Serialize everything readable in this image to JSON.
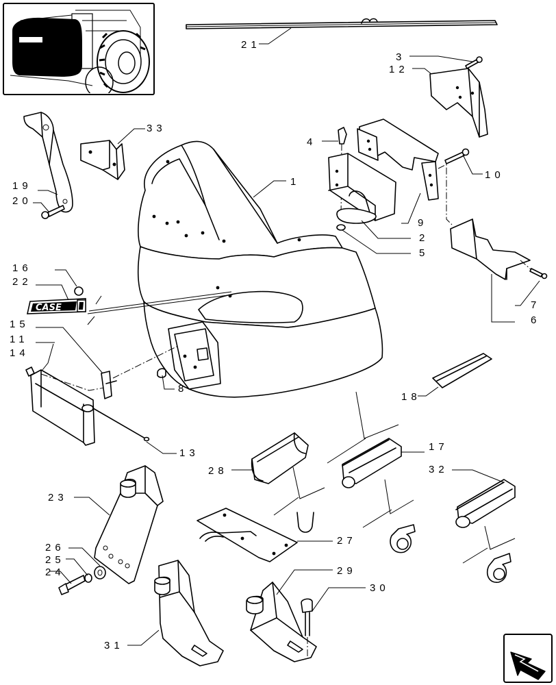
{
  "callouts": [
    {
      "id": "1",
      "label": "1"
    },
    {
      "id": "2",
      "label": "2"
    },
    {
      "id": "3",
      "label": "3"
    },
    {
      "id": "4",
      "label": "4"
    },
    {
      "id": "5",
      "label": "5"
    },
    {
      "id": "6",
      "label": "6"
    },
    {
      "id": "7",
      "label": "7"
    },
    {
      "id": "8",
      "label": "8"
    },
    {
      "id": "9",
      "label": "9"
    },
    {
      "id": "10",
      "label": "10"
    },
    {
      "id": "11",
      "label": "11"
    },
    {
      "id": "12",
      "label": "12"
    },
    {
      "id": "13",
      "label": "13"
    },
    {
      "id": "14",
      "label": "14"
    },
    {
      "id": "15",
      "label": "15"
    },
    {
      "id": "16",
      "label": "16"
    },
    {
      "id": "17",
      "label": "17"
    },
    {
      "id": "18",
      "label": "18"
    },
    {
      "id": "19",
      "label": "19"
    },
    {
      "id": "20",
      "label": "20"
    },
    {
      "id": "21",
      "label": "21"
    },
    {
      "id": "22",
      "label": "22"
    },
    {
      "id": "23",
      "label": "23"
    },
    {
      "id": "24",
      "label": "24"
    },
    {
      "id": "25",
      "label": "25"
    },
    {
      "id": "26",
      "label": "26"
    },
    {
      "id": "27",
      "label": "27"
    },
    {
      "id": "28",
      "label": "28"
    },
    {
      "id": "29",
      "label": "29"
    },
    {
      "id": "30",
      "label": "30"
    },
    {
      "id": "31",
      "label": "31"
    },
    {
      "id": "32",
      "label": "32"
    },
    {
      "id": "33",
      "label": "33"
    }
  ],
  "decal": {
    "logo_text": "CASE"
  },
  "nav": {
    "icon": "next-page-arrow-icon"
  },
  "thumbnail": {
    "icon": "tractor-location-thumbnail"
  }
}
